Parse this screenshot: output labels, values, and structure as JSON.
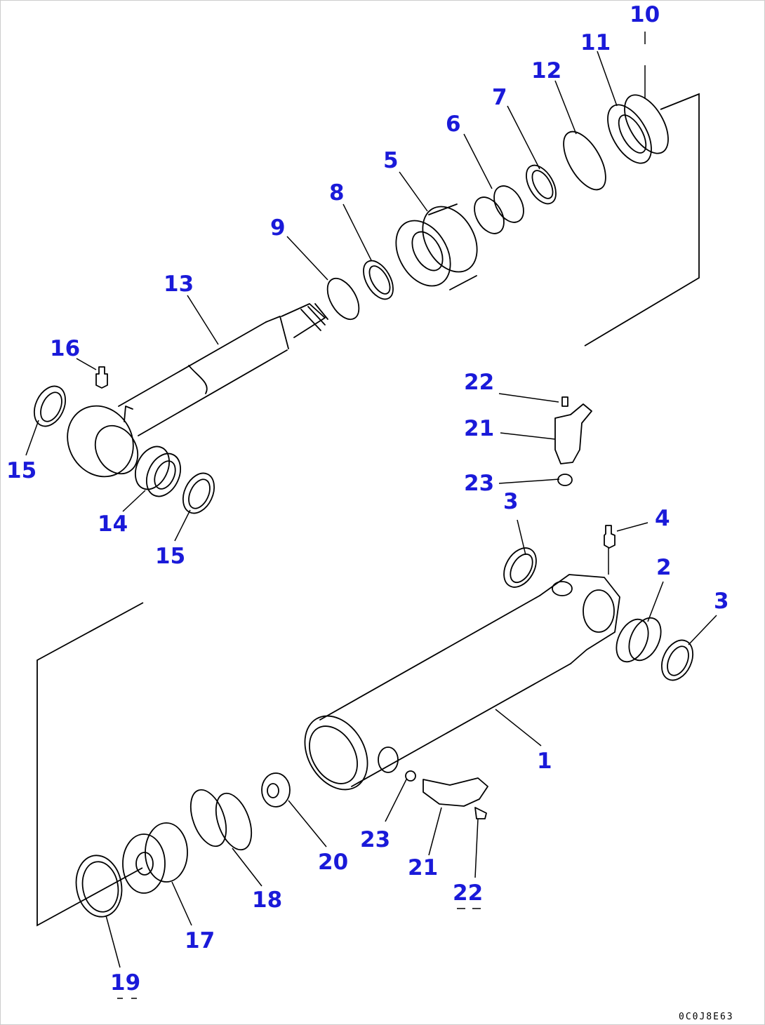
{
  "drawing_code": "0C0J8E63",
  "callouts": {
    "c1": "1",
    "c2": "2",
    "c3a": "3",
    "c3b": "3",
    "c4": "4",
    "c5": "5",
    "c6": "6",
    "c7": "7",
    "c8": "8",
    "c9": "9",
    "c10": "10",
    "c11": "11",
    "c12": "12",
    "c13": "13",
    "c14": "14",
    "c15a": "15",
    "c15b": "15",
    "c16": "16",
    "c17": "17",
    "c18": "18",
    "c19": "19",
    "c20": "20",
    "c21a": "21",
    "c21b": "21",
    "c22a": "22",
    "c22b": "22",
    "c23a": "23",
    "c23b": "23"
  },
  "colors": {
    "callout": "#1a1ad9",
    "line": "#000000"
  }
}
